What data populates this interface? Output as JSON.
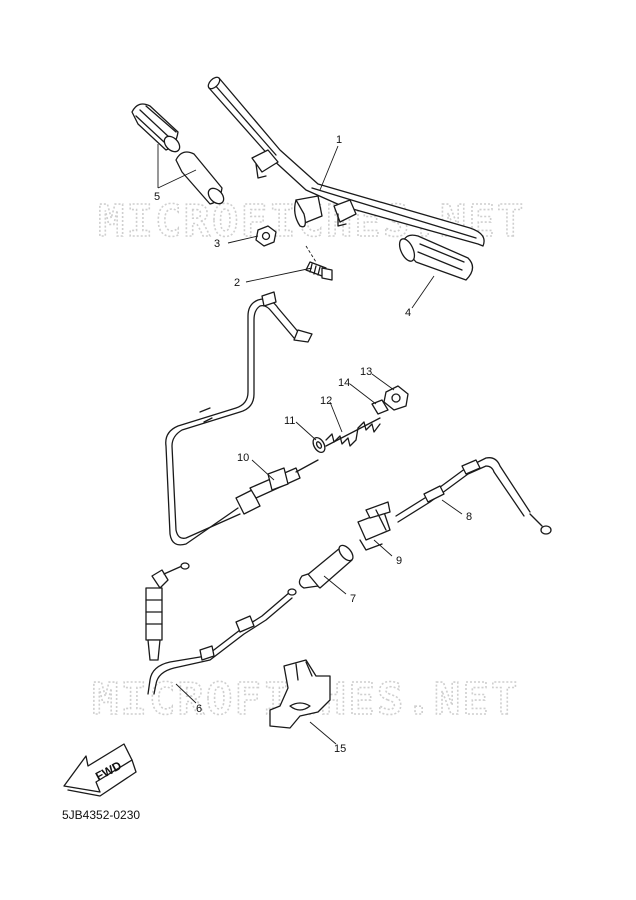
{
  "watermark": "MICROFICHES.NET",
  "fwd_label": "FWD",
  "diagram_code": "5JB4352-0230",
  "callouts": {
    "p1": "1",
    "p2": "2",
    "p3": "3",
    "p4": "4",
    "p5": "5",
    "p6": "6",
    "p7": "7",
    "p8": "8",
    "p9": "9",
    "p10": "10",
    "p11": "11",
    "p12": "12",
    "p13": "13",
    "p14": "14",
    "p15": "15"
  }
}
